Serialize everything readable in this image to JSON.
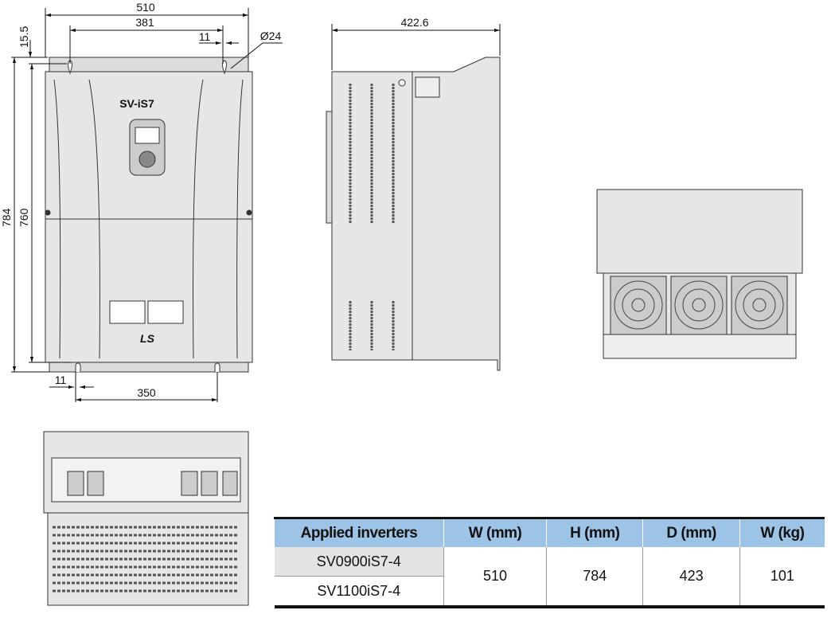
{
  "dimensions": {
    "front_width": "510",
    "hole_spacing": "381",
    "hole_offset_top": "11",
    "hole_diameter": "Ø24",
    "top_offset": "15.5",
    "total_height": "784",
    "hole_height": "760",
    "hole_offset_bottom": "11",
    "bottom_hole_spacing": "350",
    "depth": "422.6"
  },
  "product_label": "SV-iS7",
  "logo": "LS",
  "table": {
    "headers": [
      "Applied inverters",
      "W (mm)",
      "H (mm)",
      "D (mm)",
      "W (kg)"
    ],
    "models": [
      "SV0900iS7-4",
      "SV1100iS7-4"
    ],
    "values": [
      "510",
      "784",
      "423",
      "101"
    ]
  },
  "colors": {
    "header_bg": "#9dc3e6",
    "body_gray": "#e6e6e6"
  }
}
